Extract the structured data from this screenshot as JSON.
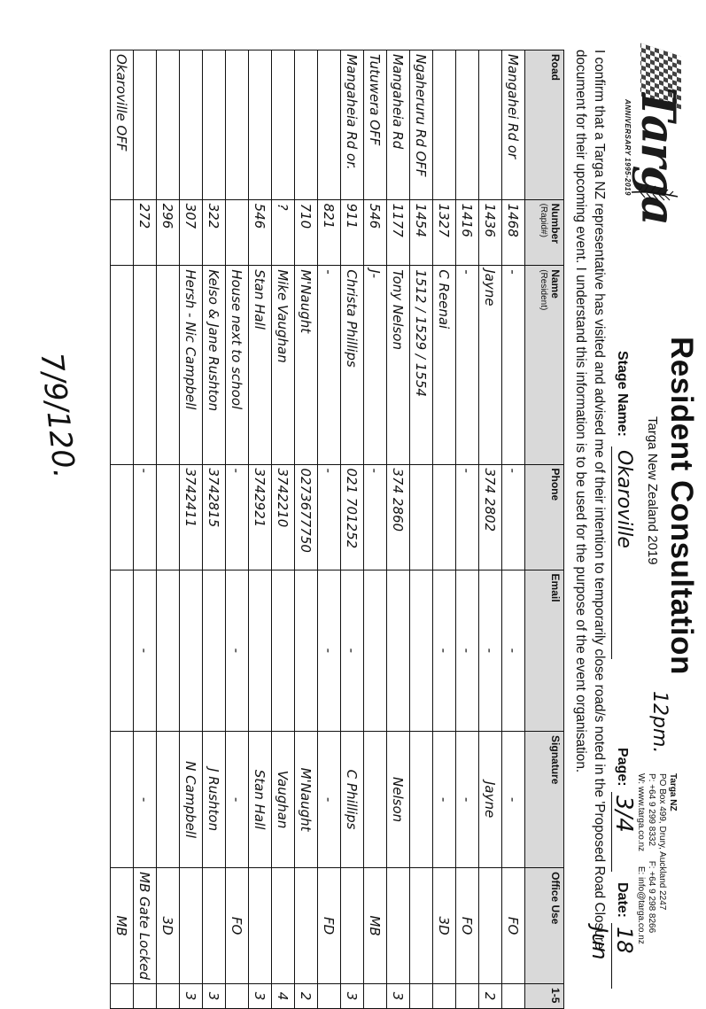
{
  "logo": {
    "word": "Targa",
    "sub": "ANNIVERSARY 1995-2019"
  },
  "header": {
    "title": "Resident Consultation",
    "subtitle": "Targa New Zealand 2019",
    "note": "12pm.",
    "stage_label": "Stage Name:",
    "stage_value": "Okaroville",
    "page_label": "Page:",
    "page_value": "3/4",
    "date_label": "Date:",
    "date_value": "18 Jun"
  },
  "contact": {
    "org": "Targa NZ",
    "address": "PO Box 499, Drury, Auckland 2247",
    "phone": "P: +64 9 299 8332",
    "fax": "F: +64 9 298 8266",
    "web": "W: www.targa.co.nz",
    "email": "E: info@targa.co.nz"
  },
  "confirm_text": "I confirm that a Targa NZ representative has visited and advised me of their intention to temporarily close road/s noted in the 'Proposed Road Closure' document for their upcoming event. I understand this information is to be used for the purpose of the event organisation.",
  "columns": [
    {
      "label": "Road",
      "sub": ""
    },
    {
      "label": "Number",
      "sub": "(Rapid#)"
    },
    {
      "label": "Name",
      "sub": "(Resident)"
    },
    {
      "label": "Phone",
      "sub": ""
    },
    {
      "label": "Email",
      "sub": ""
    },
    {
      "label": "Signature",
      "sub": ""
    },
    {
      "label": "Office Use",
      "sub": ""
    },
    {
      "label": "1-5",
      "sub": ""
    }
  ],
  "rows": [
    {
      "road": "Mangahei Rd or",
      "number": "1468",
      "name": "-",
      "phone": "-",
      "email": "-",
      "signature": "-",
      "office": "FO",
      "rating": ""
    },
    {
      "road": "",
      "number": "1436",
      "name": "Jayne",
      "phone": "374 2802",
      "email": "-",
      "signature": "Jayne",
      "office": "",
      "rating": "2"
    },
    {
      "road": "",
      "number": "1416",
      "name": "-",
      "phone": "-",
      "email": "-",
      "signature": "-",
      "office": "FO",
      "rating": ""
    },
    {
      "road": "",
      "number": "1327",
      "name": "C Reenai",
      "phone": "",
      "email": "-",
      "signature": "-",
      "office": "3D",
      "rating": ""
    },
    {
      "road": "Ngaheruru Rd OFF",
      "number": "1454",
      "name": "1512 / 1529 / 1554",
      "phone": "",
      "email": "",
      "signature": "",
      "office": "",
      "rating": ""
    },
    {
      "road": "Mangaheia Rd",
      "number": "1177",
      "name": "Tony Nelson",
      "phone": "374 2860",
      "email": "",
      "signature": "Nelson",
      "office": "",
      "rating": "3"
    },
    {
      "road": "Tutuwera OFF",
      "number": "546",
      "name": "J-",
      "phone": "-",
      "email": "",
      "signature": "",
      "office": "MB",
      "rating": ""
    },
    {
      "road": "Mangaheia Rd or.",
      "number": "911",
      "name": "Christa Phillips",
      "phone": "021 701252",
      "email": "-",
      "signature": "C Phillips",
      "office": "",
      "rating": "3"
    },
    {
      "road": "",
      "number": "821",
      "name": "-",
      "phone": "-",
      "email": "-",
      "signature": "-",
      "office": "FD",
      "rating": ""
    },
    {
      "road": "",
      "number": "710",
      "name": "M'Naught",
      "phone": "0273677750",
      "email": "",
      "signature": "M'Naught",
      "office": "",
      "rating": "2"
    },
    {
      "road": "",
      "number": "?",
      "name": "Mike Vaughan",
      "phone": "3742210",
      "email": "",
      "signature": "Vaughan",
      "office": "",
      "rating": "4"
    },
    {
      "road": "",
      "number": "546",
      "name": "Stan Hall",
      "phone": "3742921",
      "email": "",
      "signature": "Stan Hall",
      "office": "",
      "rating": "3"
    },
    {
      "road": "",
      "number": "",
      "name": "House next to school",
      "phone": "-",
      "email": "-",
      "signature": "-",
      "office": "FO",
      "rating": ""
    },
    {
      "road": "",
      "number": "322",
      "name": "Kelso & Jane Rushton",
      "phone": "3742815",
      "email": "",
      "signature": "J Rushton",
      "office": "",
      "rating": "3"
    },
    {
      "road": "",
      "number": "307",
      "name": "Hersh - Nic Campbell",
      "phone": "3742411",
      "email": "",
      "signature": "N Campbell",
      "office": "",
      "rating": "3"
    },
    {
      "road": "",
      "number": "296",
      "name": "",
      "phone": "",
      "email": "",
      "signature": "",
      "office": "3D",
      "rating": ""
    },
    {
      "road": "",
      "number": "272",
      "name": "",
      "phone": "-",
      "email": "-",
      "signature": "-",
      "office": "MB Gate Locked",
      "rating": ""
    },
    {
      "road": "Okaroville OFF",
      "number": "",
      "name": "",
      "phone": "",
      "email": "",
      "signature": "",
      "office": "MB",
      "rating": ""
    }
  ],
  "bottom_note": "7/9/120."
}
